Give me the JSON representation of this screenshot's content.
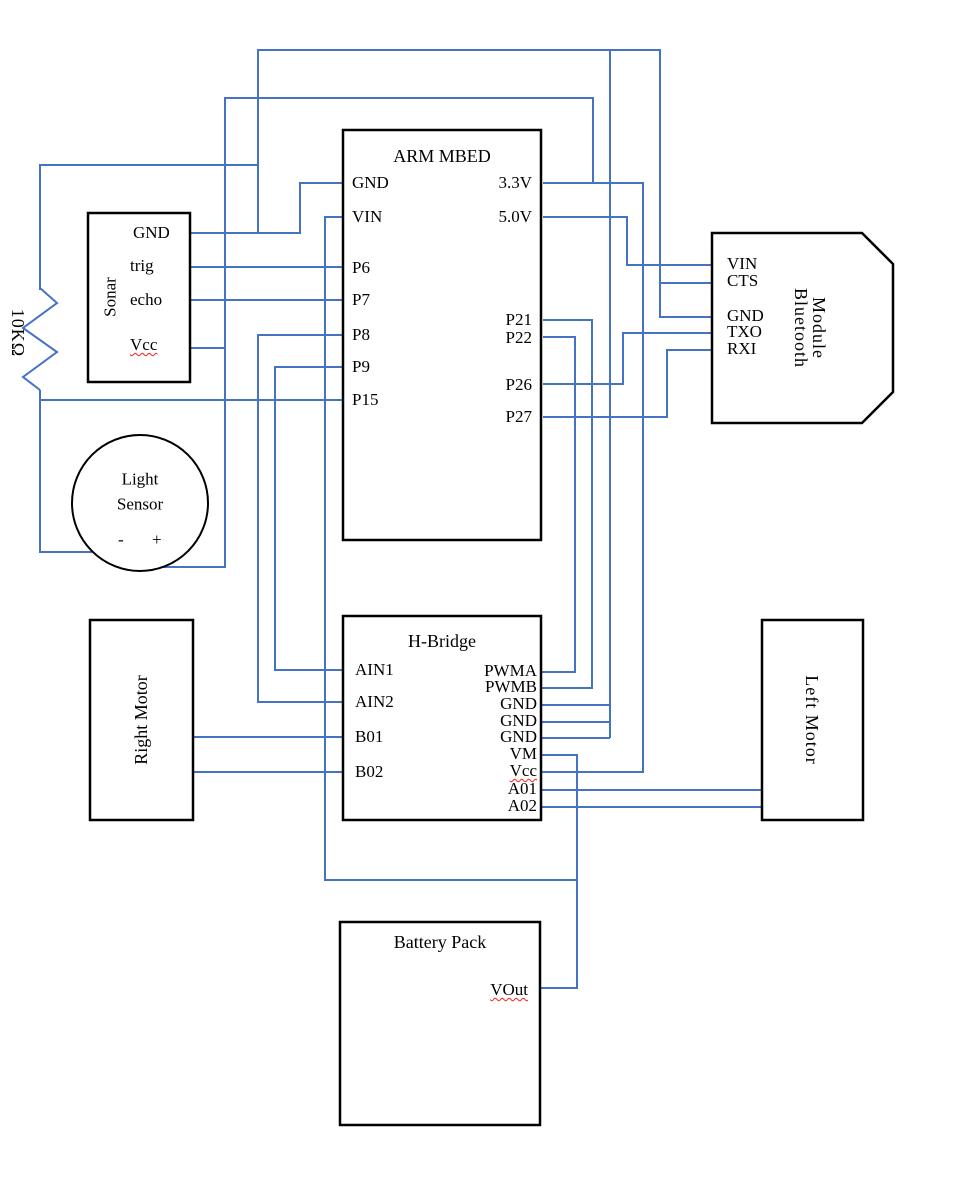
{
  "colors": {
    "wire": "#4472C4",
    "box": "#000000",
    "squiggle": "#ff1a1a"
  },
  "components": {
    "arm": {
      "title": "ARM MBED",
      "pins_left": [
        "GND",
        "VIN",
        "P6",
        "P7",
        "P8",
        "P9",
        "P15"
      ],
      "pins_right": [
        "3.3V",
        "5.0V",
        "P21",
        "P22",
        "P26",
        "P27"
      ]
    },
    "sonar": {
      "label": "Sonar",
      "pins": [
        "GND",
        "trig",
        "echo",
        "Vcc"
      ]
    },
    "resistor": {
      "label": "10KΩ"
    },
    "light_sensor": {
      "label": "Light\nSensor",
      "minus": "-",
      "plus": "+"
    },
    "bluetooth": {
      "label": "Bluetooth\nModule",
      "pins": [
        "VIN",
        "CTS",
        "GND",
        "TXO",
        "RXI"
      ]
    },
    "hbridge": {
      "title": "H-Bridge",
      "pins_left": [
        "AIN1",
        "AIN2",
        "B01",
        "B02"
      ],
      "pins_right": [
        "PWMA",
        "PWMB",
        "GND",
        "GND",
        "GND",
        "VM",
        "Vcc",
        "A01",
        "A02"
      ]
    },
    "right_motor": {
      "label": "Right Motor"
    },
    "left_motor": {
      "label": "Left Motor"
    },
    "battery": {
      "title": "Battery Pack",
      "pins": [
        "VOut"
      ]
    }
  }
}
